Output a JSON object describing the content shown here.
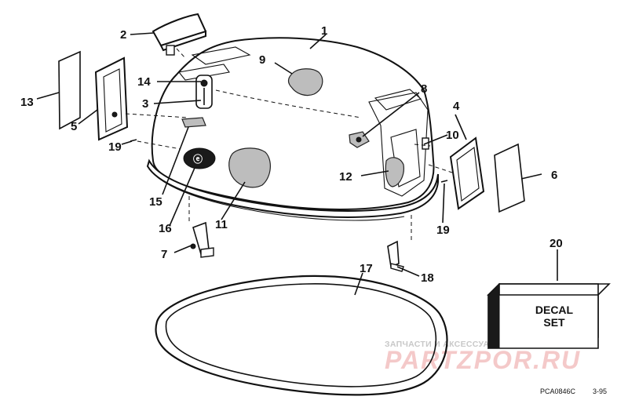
{
  "callouts": {
    "c1": "1",
    "c2": "2",
    "c3": "3",
    "c4": "4",
    "c5": "5",
    "c6": "6",
    "c7": "7",
    "c8": "8",
    "c9": "9",
    "c10": "10",
    "c11": "11",
    "c12": "12",
    "c13": "13",
    "c14": "14",
    "c15": "15",
    "c16": "16",
    "c17": "17",
    "c18": "18",
    "c19a": "19",
    "c19b": "19",
    "c20": "20"
  },
  "decal_box": {
    "line1": "DECAL",
    "line2": "SET"
  },
  "watermark": {
    "small": "ЗАПЧАСТИ И АКСЕССУАРЫ ДЛЯ МОТОТЕХНИКИ",
    "big": "PARTZPOR.RU"
  },
  "reference": {
    "code": "PCA0846C",
    "date": "3-95"
  }
}
